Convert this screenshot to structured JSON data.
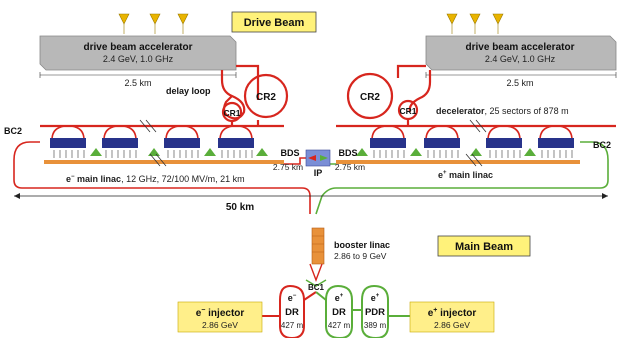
{
  "titles": {
    "drive_beam": "Drive Beam",
    "main_beam": "Main Beam"
  },
  "drive_accel": {
    "left": {
      "name": "drive beam accelerator",
      "spec": "2.4 GeV, 1.0 GHz",
      "length": "2.5 km"
    },
    "right": {
      "name": "drive beam accelerator",
      "spec": "2.4 GeV, 1.0 GHz",
      "length": "2.5 km"
    }
  },
  "rings": {
    "delay_loop": "delay loop",
    "cr1_left": "CR1",
    "cr2_left": "CR2",
    "cr1_right": "CR1",
    "cr2_right": "CR2"
  },
  "decelerator": {
    "name": "decelerator",
    "detail": ", 25 sectors of 878 m"
  },
  "linac": {
    "bc2_left": "BC2",
    "bc2_right": "BC2",
    "eminus_name": "e",
    "eminus_sup": "−",
    "eminus_main": " main linac",
    "eminus_spec": ", 12 GHz, 72/100 MV/m, 21 km",
    "eplus_name": "e",
    "eplus_sup": "+",
    "eplus_main": " main linac"
  },
  "bds": {
    "left_label": "BDS",
    "left_length": "2.75 km",
    "right_label": "BDS",
    "right_length": "2.75 km",
    "ip": "IP"
  },
  "scale": {
    "total": "50 km"
  },
  "booster": {
    "name": "booster linac",
    "spec": "2.86 to 9 GeV",
    "bc1": "BC1"
  },
  "injectors": {
    "eminus": {
      "label": "e",
      "sup": "−",
      "suffix": " injector",
      "energy": "2.86 GeV"
    },
    "eplus": {
      "label": "e",
      "sup": "+",
      "suffix": " injector",
      "energy": "2.86 GeV"
    }
  },
  "damping": {
    "eminus_dr": {
      "top": "e",
      "sup": "−",
      "name": "DR",
      "length": "427 m"
    },
    "eplus_dr": {
      "top": "e",
      "sup": "+",
      "name": "DR",
      "length": "427 m"
    },
    "eplus_pdr": {
      "top": "e",
      "sup": "+",
      "name": "PDR",
      "length": "389 m"
    }
  },
  "colors": {
    "electron": "#d7261e",
    "positron": "#5aae3a",
    "accel_gray": "#b8b8b8",
    "title_yellow": "#fff27a",
    "injector_yellow": "#ffef8a",
    "module_blue": "#28338a",
    "ip_blue": "#7a8ed6"
  }
}
